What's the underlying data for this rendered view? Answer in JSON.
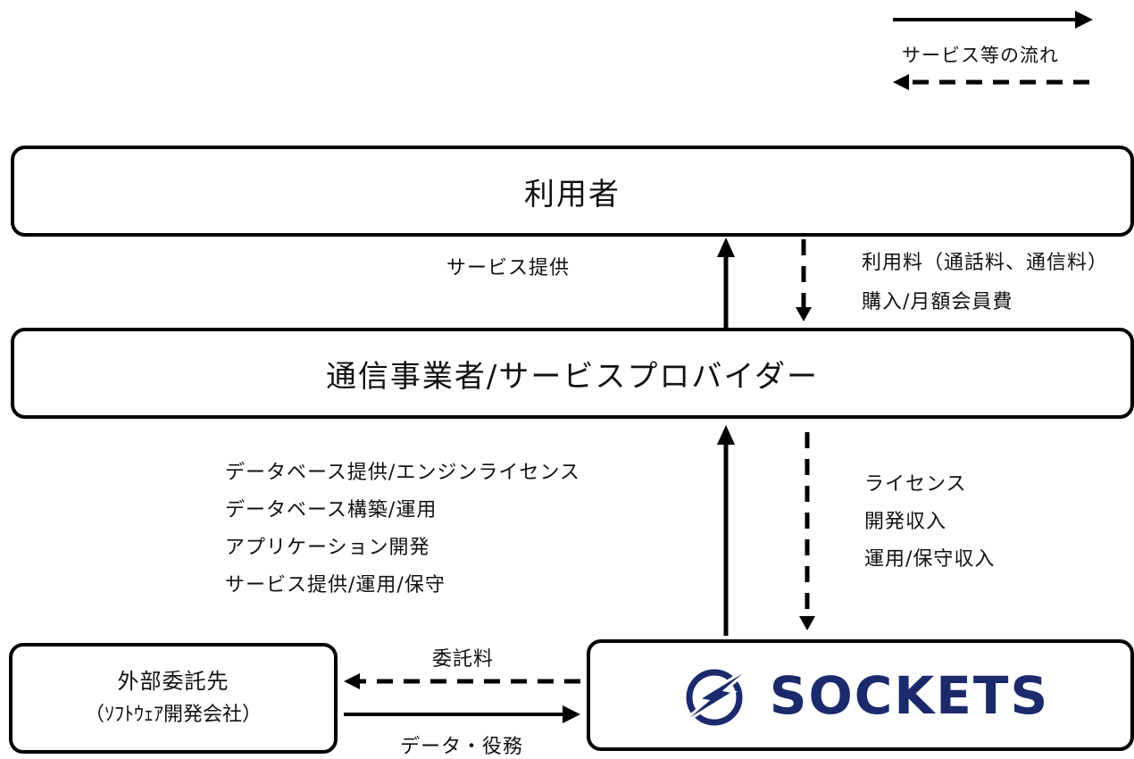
{
  "legend": {
    "label": "サービス等の流れ"
  },
  "boxes": {
    "user": "利用者",
    "carrier": "通信事業者/サービスプロバイダー",
    "outsource_title": "外部委託先",
    "outsource_sub": "（ｿﾌﾄｳｪｱ開発会社）",
    "sockets": "SOCKETS"
  },
  "labels": {
    "service_provision": "サービス提供",
    "usage_fee_1": "利用料（通話料、通信料）",
    "usage_fee_2": "購入/月額会員費",
    "services": [
      "データベース提供/エンジンライセンス",
      "データベース構築/運用",
      "アプリケーション開発",
      "サービス提供/運用/保守"
    ],
    "revenues": [
      "ライセンス",
      "開発収入",
      "運用/保守収入"
    ],
    "outsourcing_fee": "委託料",
    "data_labor": "データ・役務"
  },
  "colors": {
    "logo": "#1a2a6c",
    "line": "#000000"
  }
}
